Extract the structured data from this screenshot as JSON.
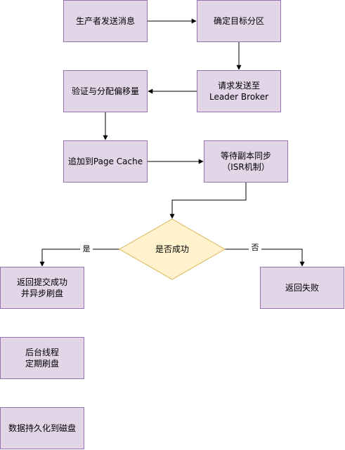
{
  "colors": {
    "process_fill": "#e1d5e7",
    "process_stroke": "#9673a6",
    "decision_fill": "#fff2cc",
    "decision_stroke": "#d6b656",
    "edge": "#000000"
  },
  "nodes": {
    "producer_send": "生产者发送消息",
    "determine_partition": "确定目标分区",
    "send_to_leader": "请求发送至\nLeader Broker",
    "validate_assign_offset": "验证与分配偏移量",
    "append_page_cache": "追加到Page Cache",
    "wait_isr_sync": "等待副本同步\n（ISR机制）",
    "is_success": "是否成功",
    "return_commit_success": "返回提交成功\n并异步刷盘",
    "return_failure": "返回失败",
    "background_flush": "后台线程\n定期刷盘",
    "persist_to_disk": "数据持久化到磁盘"
  },
  "edge_labels": {
    "yes": "是",
    "no": "否"
  }
}
